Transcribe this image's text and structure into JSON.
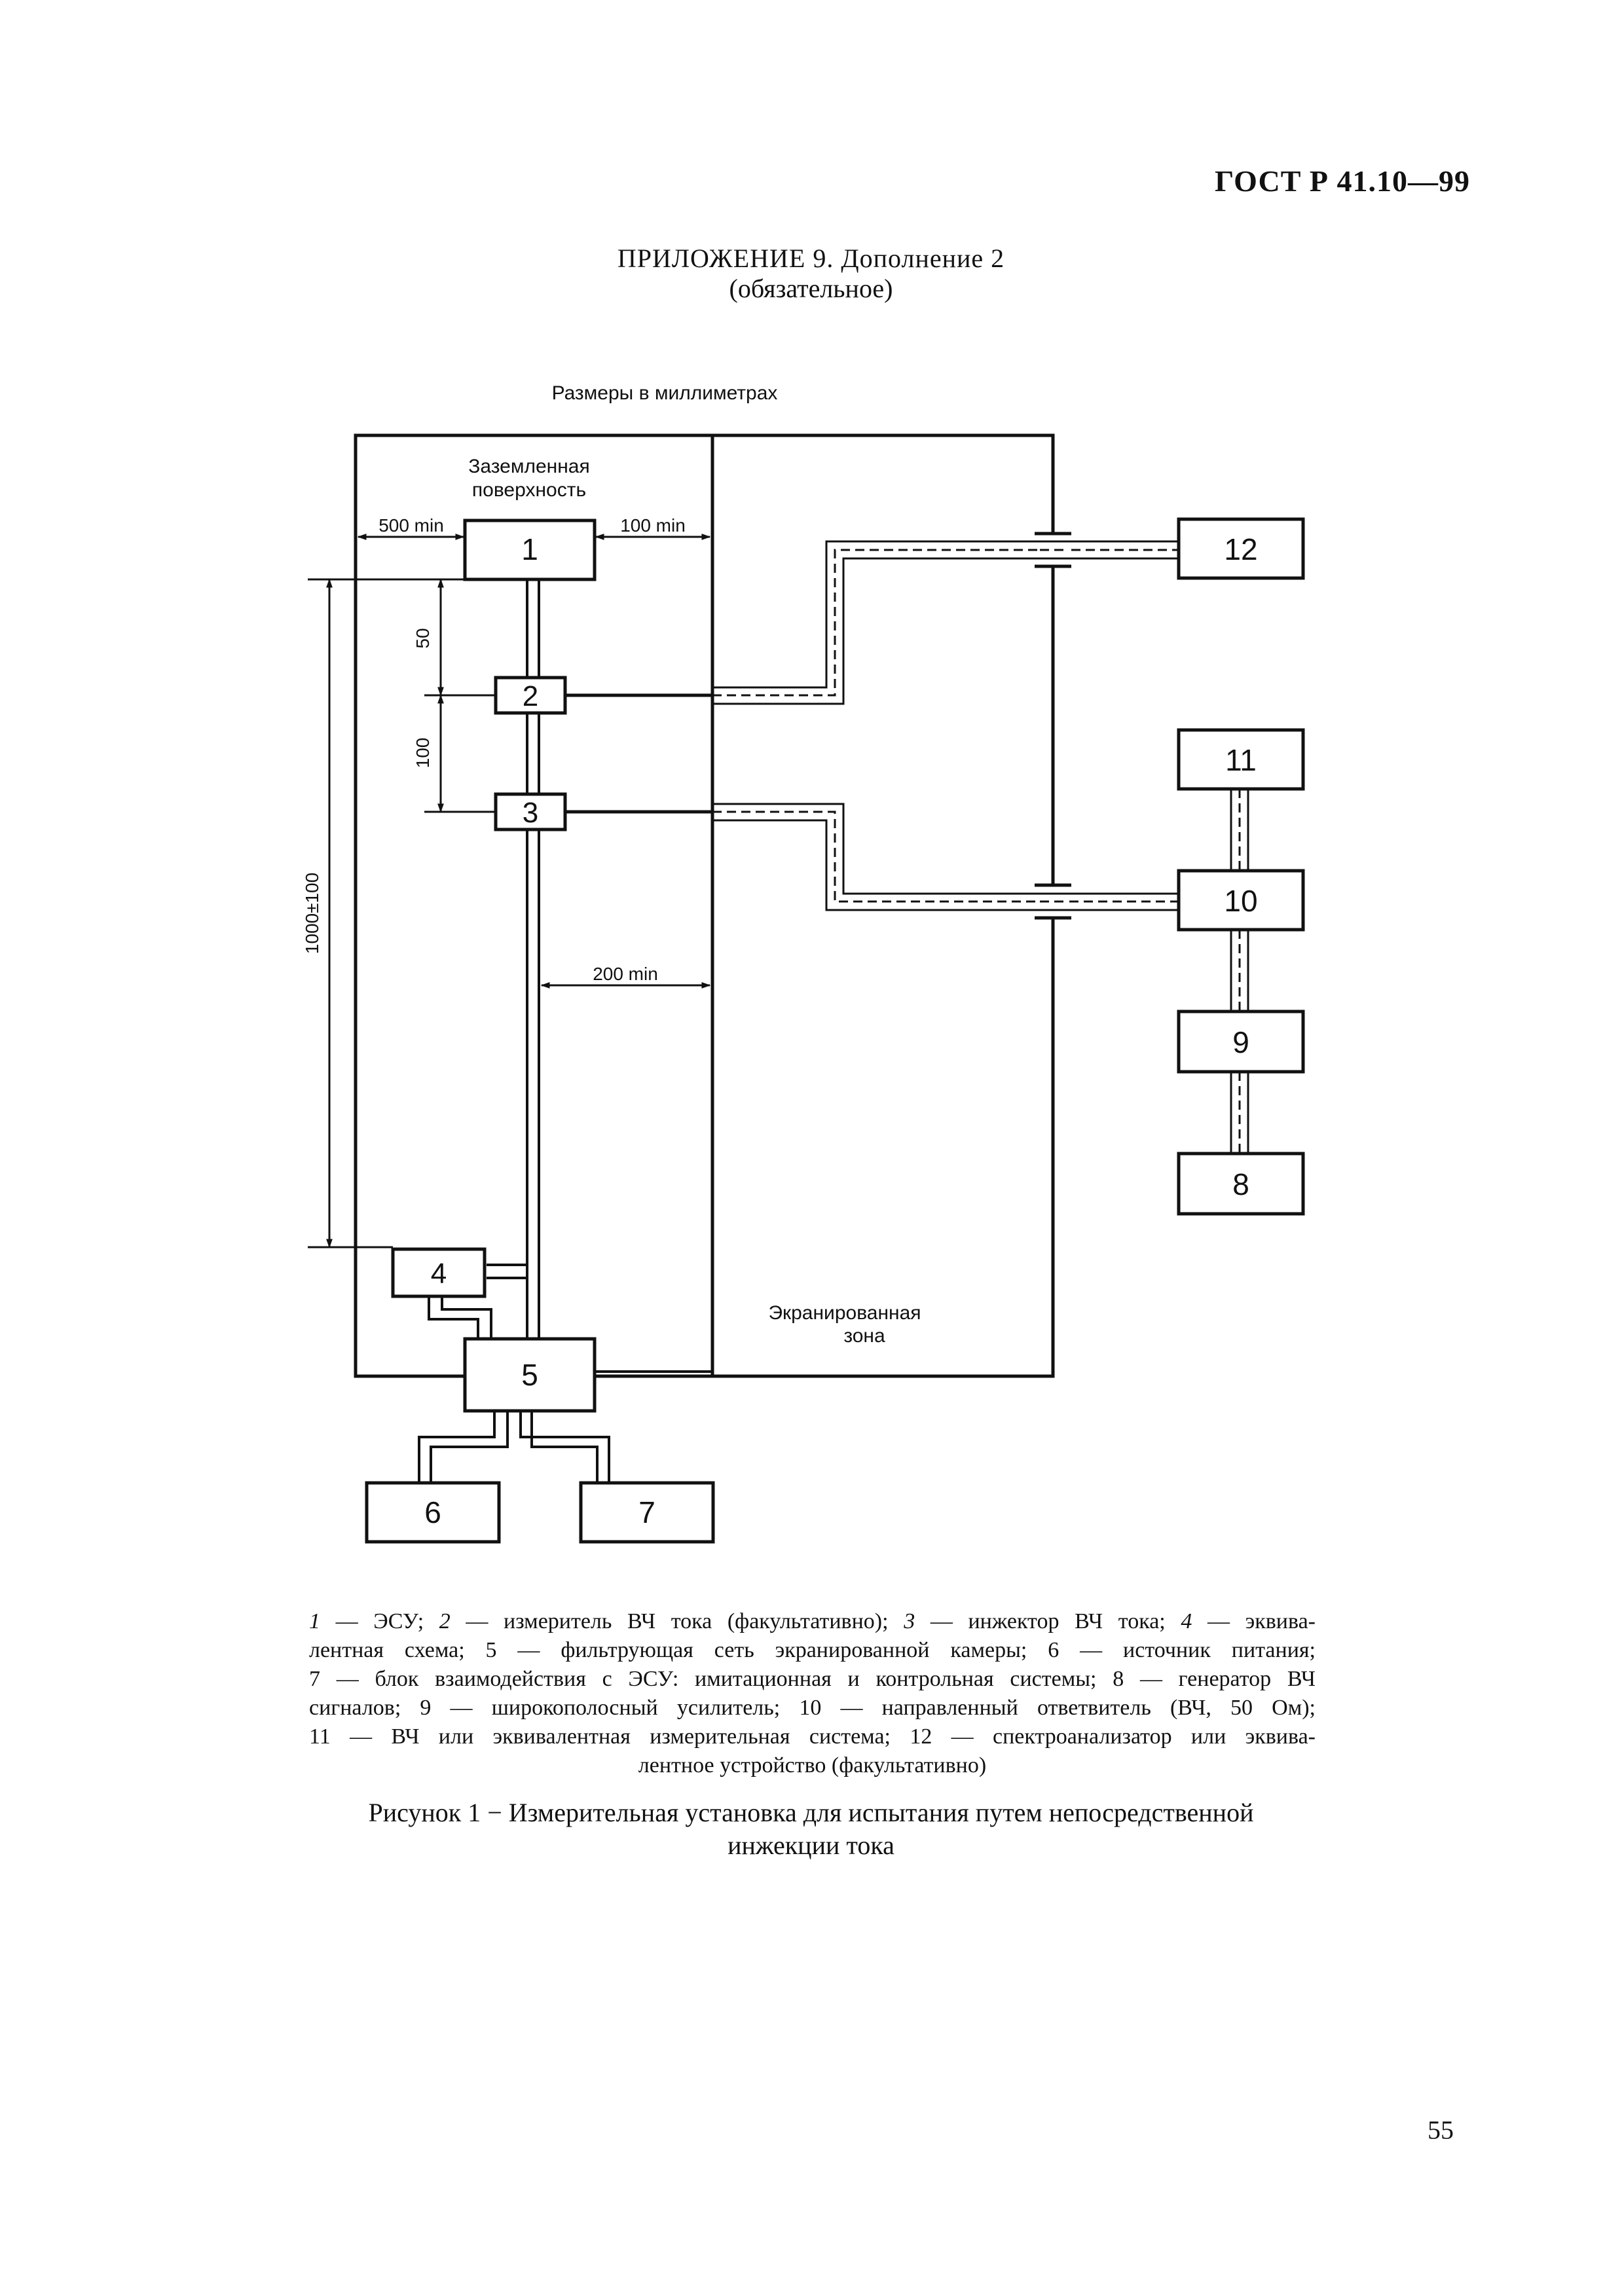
{
  "header": {
    "doc_code": "ГОСТ Р 41.10—99"
  },
  "appendix": {
    "line1": "ПРИЛОЖЕНИЕ 9. Дополнение 2",
    "line2": "(обязательное)"
  },
  "diagram": {
    "units_note": "Размеры в миллиметрах",
    "grounded_surface_line1": "Заземленная",
    "grounded_surface_line2": "поверхность",
    "shielded_zone_line1": "Экранированная",
    "shielded_zone_line2": "зона",
    "dim_500": "500 min",
    "dim_100h": "100 min",
    "dim_200": "200 min",
    "dim_50": "50",
    "dim_100v": "100",
    "dim_1000": "1000±100",
    "blocks": {
      "b1": "1",
      "b2": "2",
      "b3": "3",
      "b4": "4",
      "b5": "5",
      "b6": "6",
      "b7": "7",
      "b8": "8",
      "b9": "9",
      "b10": "10",
      "b11": "11",
      "b12": "12"
    }
  },
  "legend": {
    "row1": [
      {
        "n": "1",
        "t": " — ЭСУ;"
      },
      {
        "n": "2",
        "t": " — измеритель ВЧ тока (факультативно);"
      },
      {
        "n": "3",
        "t": " — инжектор ВЧ тока;"
      },
      {
        "n": "4",
        "t": " — эквива-"
      }
    ],
    "row2": "лентная схема; 5 — фильтрующая сеть экранированной камеры; 6 — источник питания;",
    "row3": "7 — блок взаимодействия с ЭСУ: имитационная и контрольная системы; 8 — генератор ВЧ",
    "row4": "сигналов; 9 — широкополосный усилитель; 10 — направленный ответвитель (ВЧ, 50 Ом);",
    "row5": "11 — ВЧ или эквивалентная измерительная система; 12 — спектроанализатор или эквива-",
    "row6": "лентное устройство (факультативно)"
  },
  "caption": {
    "line1": "Рисунок 1 − Измерительная установка для испытания путем непосредственной",
    "line2": "инжекции тока"
  },
  "page_number": "55"
}
